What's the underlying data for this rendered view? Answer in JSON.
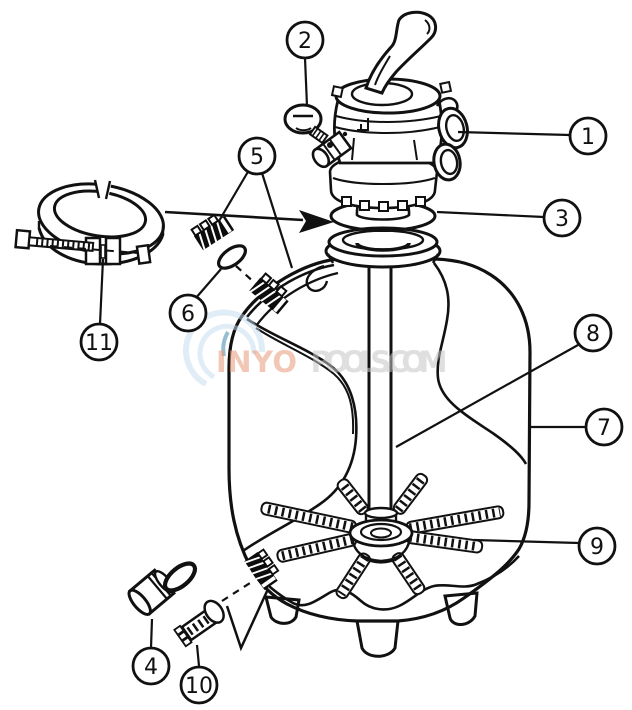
{
  "diagram": {
    "background": "#ffffff"
  },
  "watermark": {
    "text_left": "INYO",
    "text_right": "POOLS.COM",
    "colors": {
      "left": "#e89b79",
      "right": "#c6c6c6",
      "swirl": "#c5dcee",
      "swirl_accent": "#2e7fa6"
    }
  },
  "callouts": [
    {
      "label": "1"
    },
    {
      "label": "2"
    },
    {
      "label": "3"
    },
    {
      "label": "4"
    },
    {
      "label": "5"
    },
    {
      "label": "6"
    },
    {
      "label": "7"
    },
    {
      "label": "8"
    },
    {
      "label": "9"
    },
    {
      "label": "10"
    },
    {
      "label": "11"
    }
  ]
}
